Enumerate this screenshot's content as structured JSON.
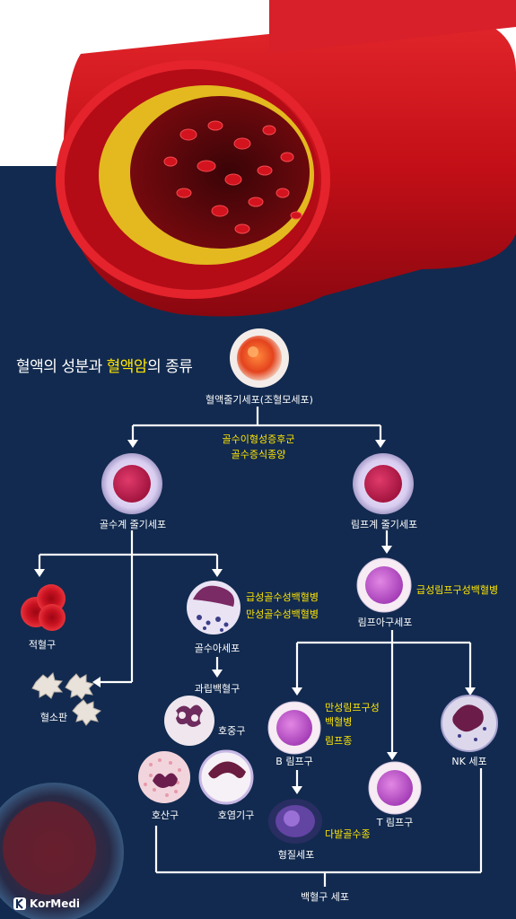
{
  "title": {
    "part1": "혈액의 성분과 ",
    "highlight": "혈액암",
    "part2": "의 종류"
  },
  "nodes": {
    "stem": "혈액줄기세포(조혈모세포)",
    "myeloid": "골수계 줄기세포",
    "lymphoid": "림프계 줄기세포",
    "rbc": "적혈구",
    "platelet": "혈소판",
    "myeloblast": "골수아세포",
    "granulocyte": "과립백혈구",
    "neutrophil": "호중구",
    "eosinophil": "호산구",
    "basophil": "호염기구",
    "lymphoblast": "림프아구세포",
    "bcell": "B 림프구",
    "tcell": "T 림프구",
    "nkcell": "NK 세포",
    "plasma": "형질세포",
    "wbc": "백혈구 세포"
  },
  "diseases": {
    "mds": "골수이형성증후군",
    "mpn": "골수증식종양",
    "aml": "급성골수성백혈병",
    "cml": "만성골수성백혈병",
    "all": "급성림프구성백혈병",
    "cll_1": "만성림프구성",
    "cll_2": "백혈병",
    "lymphoma": "림프종",
    "myeloma": "다발골수종"
  },
  "logo": {
    "text": "KorMedi"
  },
  "colors": {
    "navy": "#122a4f",
    "highlight": "#ffe600",
    "vessel": "#c8101b",
    "line": "#ffffff"
  }
}
